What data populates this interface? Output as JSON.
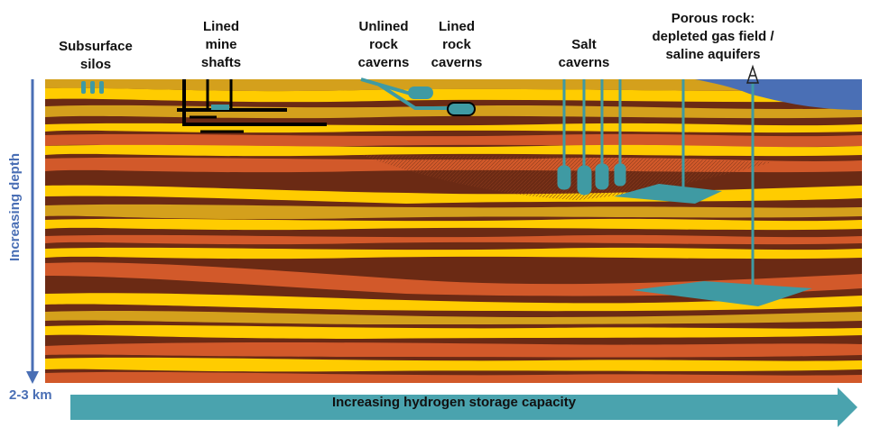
{
  "labels": {
    "subsurface_silos": "Subsurface\nsilos",
    "lined_mine_shafts": "Lined\nmine\nshafts",
    "unlined_rock_caverns": "Unlined\nrock\ncaverns",
    "lined_rock_caverns": "Lined\nrock\ncaverns",
    "salt_caverns": "Salt\ncaverns",
    "porous_rock": "Porous rock:\ndepleted gas field /\nsaline aquifers"
  },
  "depth": {
    "label": "Increasing depth",
    "value": "2-3 km"
  },
  "capacity": {
    "label": "Increasing hydrogen storage capacity"
  },
  "colors": {
    "brown": "#6b2a14",
    "orange": "#d2592a",
    "yellow": "#ffcc00",
    "gold": "#d4a01c",
    "teal": "#3f9aa3",
    "water": "#4a6fb5",
    "arrow": "#4aa3ae",
    "axis": "#4a6fb5"
  }
}
